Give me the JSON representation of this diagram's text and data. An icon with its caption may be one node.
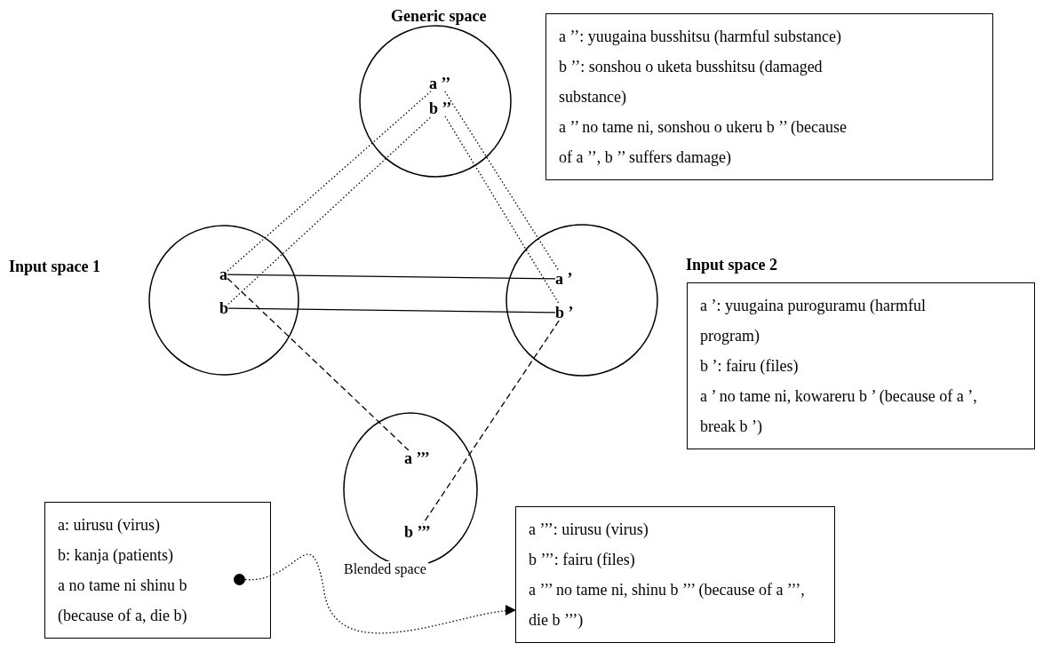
{
  "diagram": {
    "nodes": [
      {
        "text": [
          "Generic space"
        ]
      },
      {
        "text": [
          "a ’’"
        ],
        "in": 0
      },
      {
        "text": [
          "b ’’"
        ],
        "in": 0
      },
      {
        "text": [
          "Input space 1"
        ]
      },
      {
        "text": [
          "a"
        ],
        "in": 3
      },
      {
        "text": [
          "b"
        ],
        "in": 3
      },
      {
        "text": [
          "Input space 2"
        ]
      },
      {
        "text": [
          "a ’"
        ],
        "in": 6
      },
      {
        "text": [
          "b ’"
        ],
        "in": 6
      },
      {
        "text": [
          "Blended space"
        ]
      },
      {
        "text": [
          "a ’’’"
        ],
        "in": 9
      },
      {
        "text": [
          "b ’’’"
        ],
        "in": 9
      },
      {
        "text": [
          "a ’’: yuugaina busshitsu (harmful substance)",
          "b ’’: sonshou o uketa busshitsu (damaged substance)",
          "a ’’ no tame ni, sonshou o ukeru b ’’ (because of a ’’, b ’’ suffers damage)"
        ]
      },
      {
        "text": [
          "a ’: yuugaina puroguramu (harmful program)",
          "b ’: fairu (files)",
          "a ’ no tame ni, kowareru b ’ (because of a ’, break b ’)"
        ]
      },
      {
        "text": [
          "a: uirusu (virus)",
          "b: kanja (patients)",
          "a no tame ni shinu b (because of a, die b)"
        ]
      },
      {
        "text": [],
        "shape": "circle",
        "in": 14
      },
      {
        "text": [
          "a ’’’: uirusu (virus)",
          "b ’’’: fairu (files)",
          "a ’’’ no tame ni, shinu b ’’’ (because of a ’’’, die b ’’’)"
        ]
      }
    ],
    "edges": [
      {
        "from": 4,
        "to": 7,
        "arrow": "none"
      },
      {
        "from": 5,
        "to": 8,
        "arrow": "none"
      },
      {
        "from": 4,
        "to": 1,
        "arrow": "none",
        "style": "dashed"
      },
      {
        "from": 5,
        "to": 2,
        "arrow": "none",
        "style": "dashed"
      },
      {
        "from": 1,
        "to": 7,
        "arrow": "none",
        "style": "dashed"
      },
      {
        "from": 2,
        "to": 8,
        "arrow": "none",
        "style": "dashed"
      },
      {
        "from": 4,
        "to": 10,
        "arrow": "none",
        "style": "dashed"
      },
      {
        "from": 8,
        "to": 11,
        "arrow": "none",
        "style": "dashed"
      },
      {
        "from": 15,
        "to": 16,
        "arrow": "to",
        "style": "dashed"
      }
    ]
  }
}
